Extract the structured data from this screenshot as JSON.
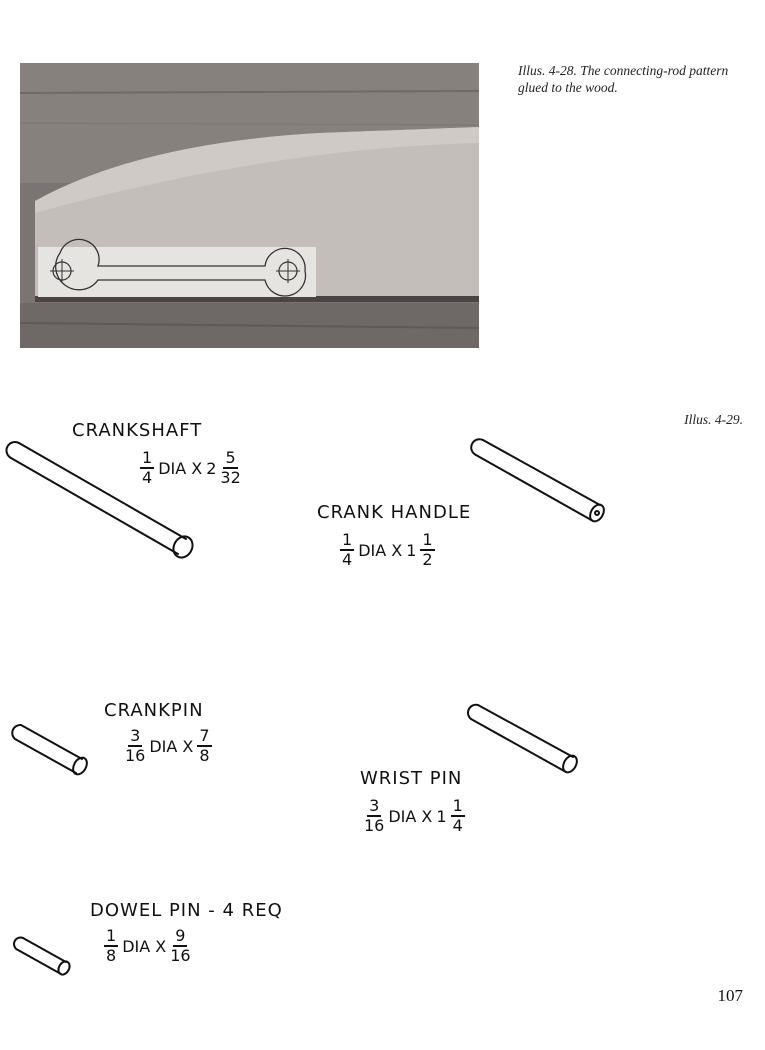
{
  "figure_1": {
    "caption": "Illus. 4-28. The connecting-rod pattern glued to the wood."
  },
  "figure_2": {
    "label": "Illus. 4-29.",
    "parts": [
      {
        "name": "CRANKSHAFT",
        "dia_num": "1",
        "dia_den": "4",
        "dia_text": "DIA X",
        "len_whole": "2",
        "len_num": "5",
        "len_den": "32"
      },
      {
        "name": "CRANK HANDLE",
        "dia_num": "1",
        "dia_den": "4",
        "dia_text": "DIA X",
        "len_whole": "1",
        "len_num": "1",
        "len_den": "2"
      },
      {
        "name": "CRANKPIN",
        "dia_num": "3",
        "dia_den": "16",
        "dia_text": "DIA X",
        "len_whole": "",
        "len_num": "7",
        "len_den": "8"
      },
      {
        "name": "WRIST PIN",
        "dia_num": "3",
        "dia_den": "16",
        "dia_text": "DIA X",
        "len_whole": "1",
        "len_num": "1",
        "len_den": "4"
      },
      {
        "name": "DOWEL PIN - 4 REQ",
        "dia_num": "1",
        "dia_den": "8",
        "dia_text": "DIA X",
        "len_whole": "",
        "len_num": "9",
        "len_den": "16"
      }
    ]
  },
  "page": {
    "number": "107"
  }
}
